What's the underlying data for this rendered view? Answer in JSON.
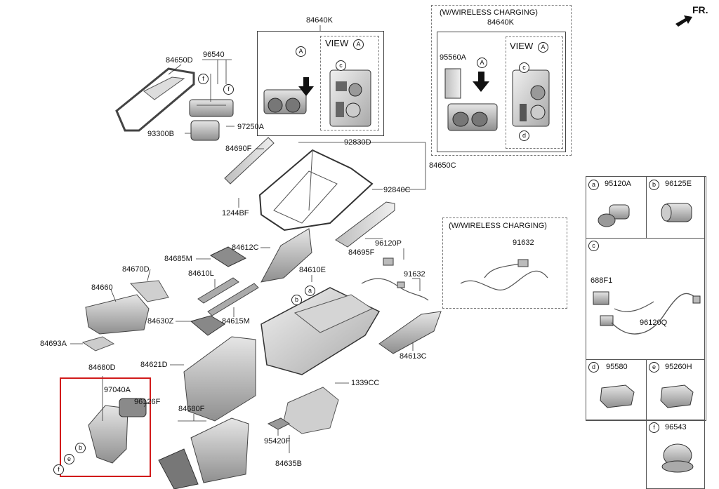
{
  "orientation": {
    "label": "FR."
  },
  "labels": {
    "l84640K": "84640K",
    "l84640K_wc": "84640K",
    "l84650D": "84650D",
    "l96540": "96540",
    "l97250A": "97250A",
    "l93300B": "93300B",
    "l84690F": "84690F",
    "l92830D": "92830D",
    "l84650C": "84650C",
    "l92840C": "92840C",
    "l1244BF": "1244BF",
    "l84695F": "84695F",
    "l84612C": "84612C",
    "l84685M": "84685M",
    "l84670D": "84670D",
    "l84610L": "84610L",
    "l84610E": "84610E",
    "l96120P": "96120P",
    "l91632": "91632",
    "l91632_wc": "91632",
    "l84660": "84660",
    "l84630Z": "84630Z",
    "l84615M": "84615M",
    "l84613C": "84613C",
    "l84693A": "84693A",
    "l84680D": "84680D",
    "l84621D": "84621D",
    "l97040A": "97040A",
    "l96126F": "96126F",
    "l1339CC": "1339CC",
    "l84680F": "84680F",
    "l95420F": "95420F",
    "l84635B": "84635B",
    "l95560A": "95560A"
  },
  "headers": {
    "wireless_charging_top": "(W/WIRELESS CHARGING)",
    "wireless_charging_mid": "(W/WIRELESS CHARGING)",
    "view_a_1": "VIEW",
    "view_a_2": "VIEW"
  },
  "callouts": {
    "A": "A",
    "a": "a",
    "b": "b",
    "c": "c",
    "d": "d",
    "e": "e",
    "f": "f"
  },
  "legend": {
    "a": {
      "letter": "a",
      "part": "95120A"
    },
    "b": {
      "letter": "b",
      "part": "96125E"
    },
    "c": {
      "letter": "c",
      "part_1": "688F1",
      "part_2": "96120Q"
    },
    "d": {
      "letter": "d",
      "part": "95580"
    },
    "e": {
      "letter": "e",
      "part": "95260H"
    },
    "f": {
      "letter": "f",
      "part": "96543"
    }
  },
  "highlight_color": "#d11a1a"
}
